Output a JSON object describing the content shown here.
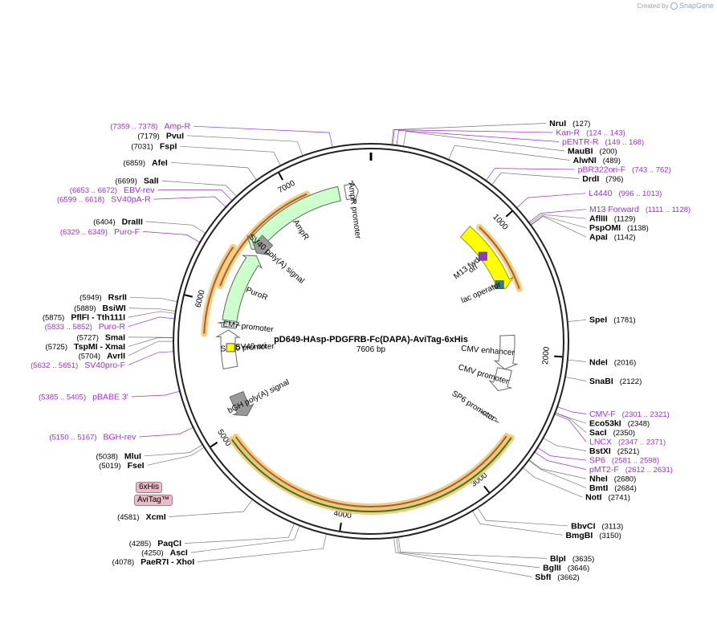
{
  "credit": {
    "prefix": "Created by",
    "brand": "SnapGene"
  },
  "plasmid": {
    "name": "pD649-HAsp-PDGFRB-Fc(DAPA)-AviTag-6xHis",
    "size_label": "7606 bp",
    "size": 7606
  },
  "colors": {
    "enzyme": "#000000",
    "primer": "#9933cc",
    "ring": "#222222",
    "tick": "#666666"
  },
  "ruler": [
    {
      "label": "1000",
      "pos": 1000
    },
    {
      "label": "2000",
      "pos": 2000
    },
    {
      "label": "3000",
      "pos": 3000
    },
    {
      "label": "4000",
      "pos": 4000
    },
    {
      "label": "5000",
      "pos": 5000
    },
    {
      "label": "6000",
      "pos": 6000
    },
    {
      "label": "7000",
      "pos": 7000
    }
  ],
  "enzymes": [
    {
      "name": "NruI",
      "pos_label": "(127)",
      "pos": 127
    },
    {
      "name": "MauBI",
      "pos_label": "(200)",
      "pos": 200
    },
    {
      "name": "AlwNI",
      "pos_label": "(489)",
      "pos": 489
    },
    {
      "name": "DrdI",
      "pos_label": "(796)",
      "pos": 796
    },
    {
      "name": "AflIII",
      "pos_label": "(1129)",
      "pos": 1129
    },
    {
      "name": "PspOMI",
      "pos_label": "(1138)",
      "pos": 1138
    },
    {
      "name": "ApaI",
      "pos_label": "(1142)",
      "pos": 1142
    },
    {
      "name": "SpeI",
      "pos_label": "(1781)",
      "pos": 1781
    },
    {
      "name": "NdeI",
      "pos_label": "(2016)",
      "pos": 2016
    },
    {
      "name": "SnaBI",
      "pos_label": "(2122)",
      "pos": 2122
    },
    {
      "name": "Eco53kI",
      "pos_label": "(2348)",
      "pos": 2348
    },
    {
      "name": "SacI",
      "pos_label": "(2350)",
      "pos": 2350
    },
    {
      "name": "BstXI",
      "pos_label": "(2521)",
      "pos": 2521
    },
    {
      "name": "NheI",
      "pos_label": "(2680)",
      "pos": 2680
    },
    {
      "name": "BmtI",
      "pos_label": "(2684)",
      "pos": 2684
    },
    {
      "name": "NotI",
      "pos_label": "(2741)",
      "pos": 2741
    },
    {
      "name": "BbvCI",
      "pos_label": "(3113)",
      "pos": 3113
    },
    {
      "name": "BmgBI",
      "pos_label": "(3150)",
      "pos": 3150
    },
    {
      "name": "BlpI",
      "pos_label": "(3635)",
      "pos": 3635
    },
    {
      "name": "BglII",
      "pos_label": "(3646)",
      "pos": 3646
    },
    {
      "name": "SbfI",
      "pos_label": "(3662)",
      "pos": 3662
    },
    {
      "name": "PaeR7I - XhoI",
      "pos_label": "(4078)",
      "pos": 4078
    },
    {
      "name": "AscI",
      "pos_label": "(4250)",
      "pos": 4250
    },
    {
      "name": "PaqCI",
      "pos_label": "(4285)",
      "pos": 4285
    },
    {
      "name": "XcmI",
      "pos_label": "(4581)",
      "pos": 4581
    },
    {
      "name": "FseI",
      "pos_label": "(5019)",
      "pos": 5019
    },
    {
      "name": "MluI",
      "pos_label": "(5038)",
      "pos": 5038
    },
    {
      "name": "AvrII",
      "pos_label": "(5704)",
      "pos": 5704
    },
    {
      "name": "TspMI - XmaI",
      "pos_label": "(5725)",
      "pos": 5725
    },
    {
      "name": "SmaI",
      "pos_label": "(5727)",
      "pos": 5727
    },
    {
      "name": "PflFI - Tth111I",
      "pos_label": "(5875)",
      "pos": 5875
    },
    {
      "name": "BsiWI",
      "pos_label": "(5889)",
      "pos": 5889
    },
    {
      "name": "RsrII",
      "pos_label": "(5949)",
      "pos": 5949
    },
    {
      "name": "DraIII",
      "pos_label": "(6404)",
      "pos": 6404
    },
    {
      "name": "SalI",
      "pos_label": "(6699)",
      "pos": 6699
    },
    {
      "name": "AfeI",
      "pos_label": "(6859)",
      "pos": 6859
    },
    {
      "name": "FspI",
      "pos_label": "(7031)",
      "pos": 7031
    },
    {
      "name": "PvuI",
      "pos_label": "(7179)",
      "pos": 7179
    }
  ],
  "primers": [
    {
      "name": "Kan-R",
      "range_label": "(124 .. 143)",
      "start": 124,
      "end": 143
    },
    {
      "name": "pENTR-R",
      "range_label": "(149 .. 168)",
      "start": 149,
      "end": 168
    },
    {
      "name": "pBR322ori-F",
      "range_label": "(743 .. 762)",
      "start": 743,
      "end": 762
    },
    {
      "name": "L4440",
      "range_label": "(996 .. 1013)",
      "start": 996,
      "end": 1013
    },
    {
      "name": "M13 Forward",
      "range_label": "(1111 .. 1128)",
      "start": 1111,
      "end": 1128
    },
    {
      "name": "CMV-F",
      "range_label": "(2301 .. 2321)",
      "start": 2301,
      "end": 2321
    },
    {
      "name": "LNCX",
      "range_label": "(2347 .. 2371)",
      "start": 2347,
      "end": 2371
    },
    {
      "name": "SP6",
      "range_label": "(2581 .. 2598)",
      "start": 2581,
      "end": 2598
    },
    {
      "name": "pMT2-F",
      "range_label": "(2612 .. 2631)",
      "start": 2612,
      "end": 2631
    },
    {
      "name": "BGH-rev",
      "range_label": "(5150 .. 5167)",
      "start": 5150,
      "end": 5167
    },
    {
      "name": "pBABE 3'",
      "range_label": "(5385 .. 5405)",
      "start": 5385,
      "end": 5405
    },
    {
      "name": "SV40pro-F",
      "range_label": "(5632 .. 5651)",
      "start": 5632,
      "end": 5651
    },
    {
      "name": "Puro-R",
      "range_label": "(5833 .. 5852)",
      "start": 5833,
      "end": 5852
    },
    {
      "name": "Puro-F",
      "range_label": "(6329 .. 6349)",
      "start": 6329,
      "end": 6349
    },
    {
      "name": "SV40pA-R",
      "range_label": "(6599 .. 6618)",
      "start": 6599,
      "end": 6618
    },
    {
      "name": "EBV-rev",
      "range_label": "(6653 .. 6672)",
      "start": 6653,
      "end": 6672
    },
    {
      "name": "Amp-R",
      "range_label": "(7359 .. 7378)",
      "start": 7359,
      "end": 7378
    }
  ],
  "features": [
    {
      "name": "ori",
      "start": 860,
      "end": 1450,
      "dir": 1,
      "fill": "#ffff00",
      "stroke": "#999900"
    },
    {
      "name": "AmpR",
      "start": 6500,
      "end": 7350,
      "dir": -1,
      "fill": "#ccffcc",
      "stroke": "#666666"
    },
    {
      "name": "AmpR promoter",
      "start": 7400,
      "end": 7505,
      "dir": 1,
      "fill": "#ffffff",
      "stroke": "#666666"
    },
    {
      "name": "CMV enhancer",
      "start": 1850,
      "end": 2150,
      "dir": 1,
      "fill": "#ffffff",
      "stroke": "#666666"
    },
    {
      "name": "CMV promoter",
      "start": 2150,
      "end": 2350,
      "dir": 1,
      "fill": "#ffffff",
      "stroke": "#666666"
    },
    {
      "name": "SP6 promoter",
      "start": 2570,
      "end": 2600,
      "dir": 1,
      "fill": "#ffffff",
      "stroke": "#666666"
    },
    {
      "name": "bGH poly(A) signal",
      "start": 5050,
      "end": 5250,
      "dir": -1,
      "fill": "#999999",
      "stroke": "#666666"
    },
    {
      "name": "SV40 promoter",
      "start": 5480,
      "end": 5800,
      "dir": 1,
      "fill": "#ffffff",
      "stroke": "#666666"
    },
    {
      "name": "EM7 promoter",
      "start": 5820,
      "end": 5870,
      "dir": 1,
      "fill": "#ffffff",
      "stroke": "#666666"
    },
    {
      "name": "PuroR",
      "start": 5880,
      "end": 6480,
      "dir": 1,
      "fill": "#ccffcc",
      "stroke": "#666666"
    },
    {
      "name": "SV40 poly(A) signal",
      "start": 6500,
      "end": 6640,
      "dir": -1,
      "fill": "#999999",
      "stroke": "#666666"
    }
  ],
  "small_features": [
    {
      "name": "M13 fwd",
      "pos": 1115
    },
    {
      "name": "lac operator",
      "pos": 1400
    },
    {
      "name": "SV40 ori",
      "pos": 5650
    }
  ],
  "orfs": [
    {
      "start": 6130,
      "end": 7110,
      "dir": -1
    },
    {
      "start": 920,
      "end": 1490,
      "dir": 1
    },
    {
      "start": 2630,
      "end": 4960,
      "dir": -1
    },
    {
      "start": 5760,
      "end": 6430,
      "dir": 1
    },
    {
      "start": 2640,
      "end": 4960,
      "dir": -1
    }
  ],
  "tags": [
    {
      "name": "6xHis"
    },
    {
      "name": "AviTag™"
    }
  ]
}
